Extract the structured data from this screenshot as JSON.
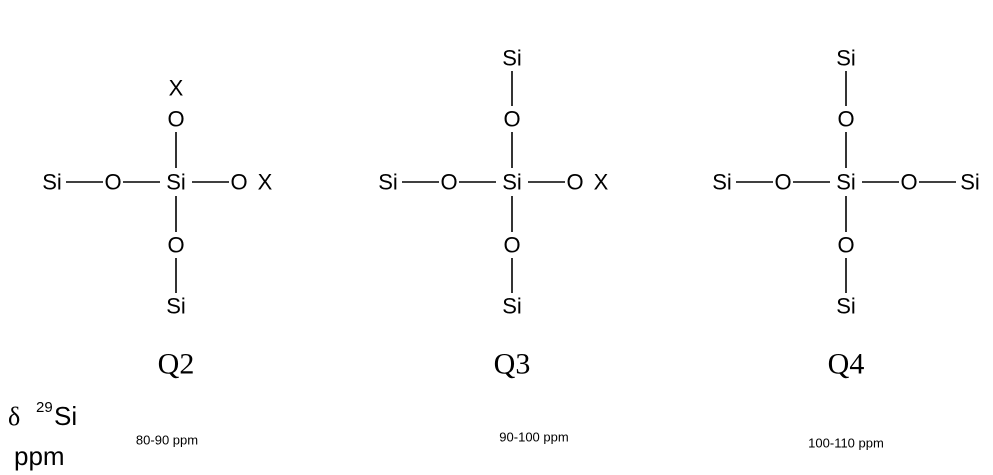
{
  "structures": [
    {
      "id": "q2",
      "label": "Q2",
      "shift": "80-90 ppm",
      "center": "Si",
      "top": {
        "bridge": "O",
        "end": "X"
      },
      "bottom": {
        "bridge": "O",
        "end": "Si"
      },
      "left": {
        "bridge": "O",
        "end": "Si"
      },
      "right": {
        "bridge": "O",
        "end": "X"
      }
    },
    {
      "id": "q3",
      "label": "Q3",
      "shift": "90-100 ppm",
      "center": "Si",
      "top": {
        "bridge": "O",
        "end": "Si"
      },
      "bottom": {
        "bridge": "O",
        "end": "Si"
      },
      "left": {
        "bridge": "O",
        "end": "Si"
      },
      "right": {
        "bridge": "O",
        "end": "X"
      }
    },
    {
      "id": "q4",
      "label": "Q4",
      "shift": "100-110 ppm",
      "center": "Si",
      "top": {
        "bridge": "O",
        "end": "Si"
      },
      "bottom": {
        "bridge": "O",
        "end": "Si"
      },
      "left": {
        "bridge": "O",
        "end": "Si"
      },
      "right": {
        "bridge": "O",
        "end": "Si"
      }
    }
  ],
  "axis_label": {
    "delta": "δ",
    "mass": "29",
    "element": "Si",
    "unit": "ppm"
  }
}
